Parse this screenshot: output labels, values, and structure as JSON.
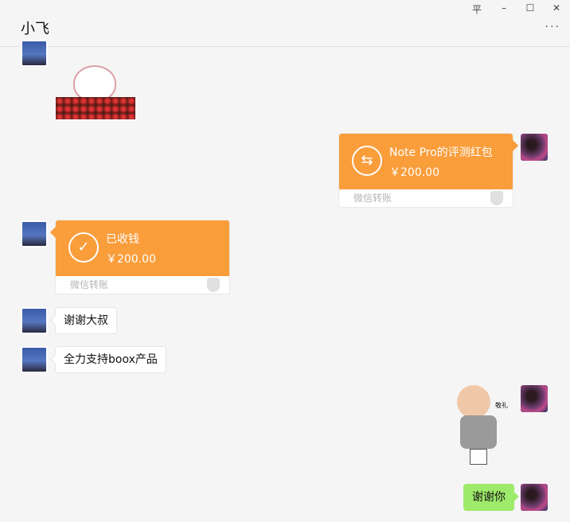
{
  "window": {
    "pin": "平",
    "minimize": "–",
    "maximize": "☐",
    "close": "✕",
    "more": "···"
  },
  "header": {
    "title": "小飞"
  },
  "messages": {
    "transfer_out": {
      "title": "Note Pro的评测红包",
      "amount": "￥200.00",
      "footer": "微信转账"
    },
    "transfer_in": {
      "title": "已收钱",
      "amount": "￥200.00",
      "footer": "微信转账"
    },
    "msg1": "谢谢大叔",
    "msg2": "全力支持boox产品",
    "sticker_text": "敬礼",
    "msg3": "谢谢你"
  },
  "colors": {
    "transfer": "#fa9d3b",
    "self_bubble": "#9eea6a"
  }
}
